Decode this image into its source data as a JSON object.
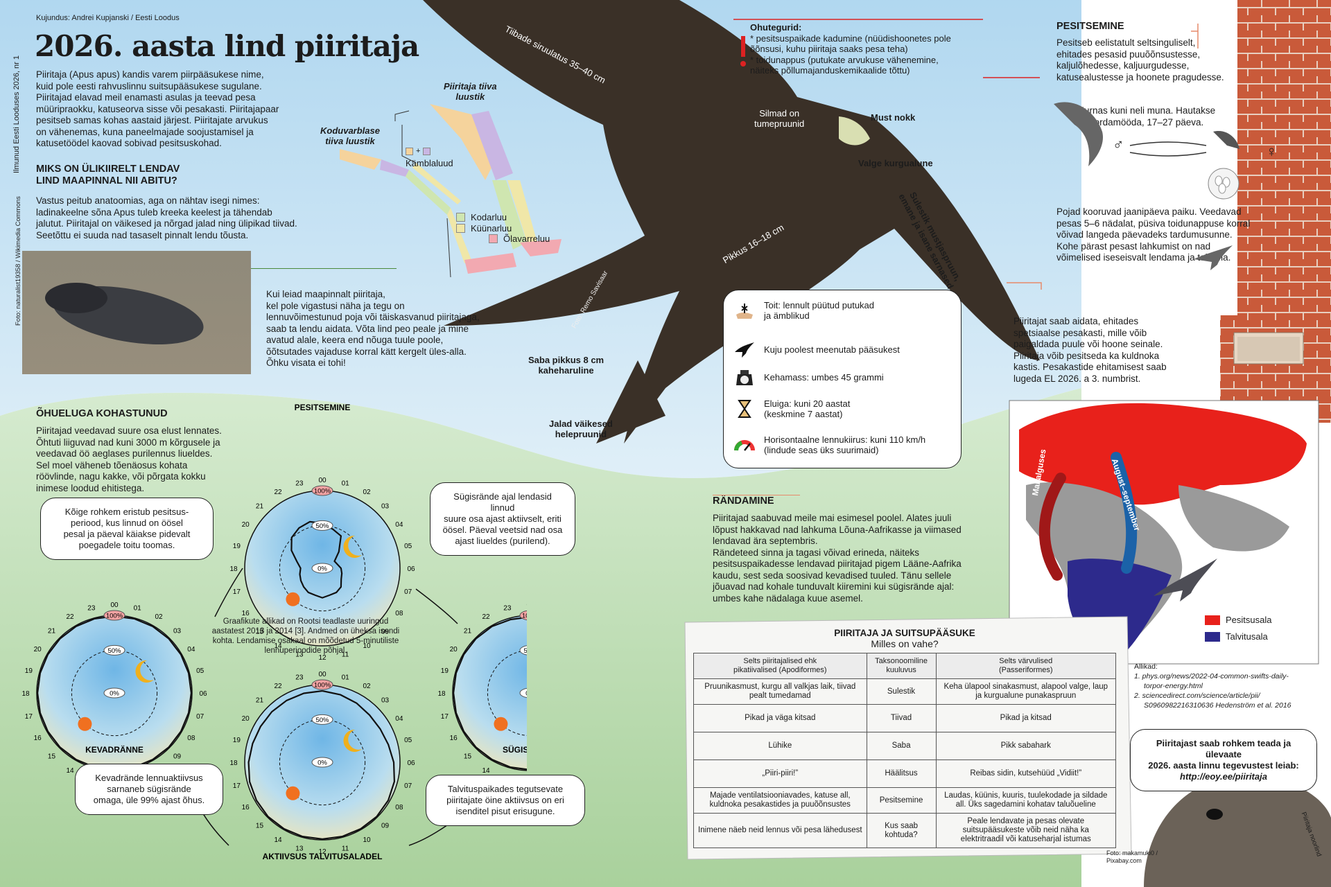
{
  "credits": {
    "top": "Kujundus: Andrei Kupjanski / Eesti Loodus",
    "side": "Ilmunud Eesti Looduses 2026, nr 1",
    "photo_ground": "Foto: naturalist19358 / Wikimedia Commons",
    "photo_main": "Foto: Remo Savisaar",
    "photo_head": "Foto: makamuki0 / Pixabay.com",
    "head_caption": "Piiritaja noorlind"
  },
  "title": "2026. aasta lind piiritaja",
  "intro": [
    "Piiritaja (Apus apus) kandis varem piirpääsukese nime,",
    "kuid pole eesti rahvuslinnu suitsupääsukese sugulane.",
    "Piiritajad elavad meil enamasti asulas ja teevad pesa",
    "müüripraokku, katuseorva sisse või pesakasti. Piiritajapaar",
    "pesitseb samas kohas aastaid järjest. Piiritajate arvukus",
    "on vähenemas, kuna paneelmajade soojustamisel ja",
    "katusetöödel kaovad sobivad pesitsuskohad."
  ],
  "why": {
    "heading": [
      "Miks on ülikiirelt lendav",
      "lind maapinnal nii abitu?"
    ],
    "text": [
      "Vastus peitub anatoomias, aga on nähtav isegi nimes:",
      "ladinakeelne sõna Apus tuleb kreeka keelest ja tähendab",
      "jalutut. Piiritajal on väikesed ja nõrgad jalad ning ülipikad tiivad.",
      "Seetõttu ei suuda nad tasaselt pinnalt lendu tõusta."
    ]
  },
  "ground": [
    "Kui leiad maapinnalt piiritaja,",
    "kel pole vigastusi näha ja tegu on",
    "lennuvõimestunud poja või täiskasvanud piiritajaga,",
    "saab ta lendu aidata. Võta lind peo peale ja mine",
    "avatud alale, keera end nõuga tuule poole,",
    "õõtsutades vajaduse korral kätt kergelt üles-alla.",
    "Õhku visata ei tohi!"
  ],
  "wing": {
    "swift_title": [
      "Piiritaja tiiva",
      "luustik"
    ],
    "sparrow_title": [
      "Koduvarblase",
      "tiiva luustik"
    ],
    "plus": "+",
    "legend": [
      "Kämblaluud",
      "Kodarluu",
      "Küünarluu",
      "Õlavarreluu"
    ]
  },
  "threats": {
    "heading": "Ohutegurid:",
    "items": [
      "* pesitsuspaikade kadumine (nüüdishoonetes pole",
      "õõnsusi, kuhu piiritaja saaks pesa teha)",
      "* toidunappus (putukate arvukuse vähenemine,",
      "näiteks põllumajanduskemikaalide tõttu)"
    ]
  },
  "bird": {
    "wingspan": "Tiibade siruulatus 35–40 cm",
    "eyes": [
      "Silmad on",
      "tumepruunid"
    ],
    "beak": "Must nokk",
    "throat": "Valge kurgualune",
    "plumage": [
      "Sulestik mustjaspruun,",
      "emane ja isane sarnased"
    ],
    "length": "Pikkus 16–18 cm",
    "tail": [
      "Saba pikkus 8 cm",
      "kaheharuline"
    ],
    "feet": [
      "Jalad väikesed",
      "helepruunid"
    ]
  },
  "facts": [
    [
      "Toit: lennult püütud putukad",
      "ja ämblikud"
    ],
    [
      "Kuju poolest meenutab pääsukest"
    ],
    [
      "Kehamass: umbes 45 grammi"
    ],
    [
      "Eluiga: kuni 20 aastat",
      "(keskmine 7 aastat)"
    ],
    [
      "Horisontaalne lennukiirus: kuni 110 km/h",
      "(lindude seas üks suurimaid)"
    ]
  ],
  "nesting": {
    "heading": "Pesitsemine",
    "text1": [
      "Pesitseb eelistatult seltsinguliselt,",
      "ehitades pesasid puuõõnsustesse,",
      "kaljulõhedesse, kaljuurgudesse,",
      "katusealustesse ja hoonete pragudesse."
    ],
    "text2": [
      "Kurnas kuni neli muna. Hautakse",
      "kordamööda, 17–27 päeva."
    ],
    "male": "♂",
    "female": "♀",
    "text3": [
      "Pojad kooruvad jaanipäeva paiku. Veedavad",
      "pesas 5–6 nädalat, püsiva toidunappuse korral",
      "võivad langeda päevadeks tardumusunne.",
      "Kohe pärast pesast lahkumist on nad",
      "võimelised iseseisvalt lendama ja toituma."
    ],
    "text4": [
      "Piiritajat saab aidata, ehitades",
      "spetsiaalse pesakasti, mille võib",
      "paigaldada puule või hoone seinale.",
      "Piiritaja võib pesitseda ka kuldnoka",
      "kastis. Pesakastide ehitamisest saab",
      "lugeda EL 2026. a 3. numbrist."
    ]
  },
  "air": {
    "heading": "Õhueluga kohastunud",
    "text": [
      "Piiritajad veedavad suure osa elust lennates.",
      "Õhtuti liiguvad nad kuni 3000 m kõrgusele ja",
      "veedavad öö aeglases purilennus liueldes.",
      "Sel moel väheneb tõenäosus kohata",
      "röövlinde, nagu kakke, või põrgata kokku",
      "inimese loodud ehitistega."
    ]
  },
  "clocks": [
    {
      "title": "PESITSEMINE",
      "activity": [
        0.58,
        0.52,
        0.48,
        0.3,
        0.18,
        0.2,
        0.24,
        0.26,
        0.28,
        0.34,
        0.36,
        0.36,
        0.38,
        0.36,
        0.36,
        0.34,
        0.32,
        0.3,
        0.28,
        0.34,
        0.46,
        0.56,
        0.6,
        0.62
      ]
    },
    {
      "title": "SÜGISRÄNNE",
      "activity": [
        0.98,
        0.98,
        0.99,
        0.99,
        0.99,
        0.99,
        0.99,
        0.99,
        0.99,
        0.99,
        0.99,
        0.99,
        0.99,
        0.99,
        0.99,
        0.99,
        0.99,
        0.99,
        0.99,
        0.99,
        0.99,
        0.99,
        0.99,
        0.98
      ]
    },
    {
      "title": "KEVADRÄNNE",
      "activity": [
        0.99,
        0.99,
        0.99,
        0.99,
        0.99,
        0.99,
        0.99,
        0.99,
        0.99,
        0.99,
        0.99,
        0.99,
        0.99,
        0.99,
        0.99,
        0.99,
        0.99,
        0.99,
        0.99,
        0.99,
        0.99,
        0.99,
        0.99,
        0.99
      ]
    },
    {
      "title": "AKTIIVSUS TALVITUSALADEL",
      "activity": [
        0.92,
        0.9,
        0.88,
        0.86,
        0.86,
        0.88,
        0.92,
        0.96,
        0.98,
        0.99,
        0.99,
        0.99,
        0.99,
        0.99,
        0.99,
        0.99,
        0.98,
        0.97,
        0.95,
        0.93,
        0.92,
        0.92,
        0.92,
        0.92
      ]
    }
  ],
  "pct": [
    "100%",
    "50%",
    "0%"
  ],
  "bubbles": {
    "b1": [
      "Kõige rohkem eristub pesitsus-",
      "periood, kus linnud on öösel",
      "pesal ja päeval käiakse pidevalt",
      "poegadele toitu toomas."
    ],
    "b2": [
      "Sügisrände ajal lendasid linnud",
      "suure osa ajast aktiivselt, eriti",
      "öösel. Päeval veetsid nad osa",
      "ajast liueldes (purilend)."
    ],
    "b3": [
      "Kevadrände lennuaktiivsus",
      "sarnaneb sügisrände",
      "omaga, üle 99% ajast õhus."
    ],
    "b4": [
      "Talvituspaikades tegutsevate",
      "piiritajate öine aktiivsus on eri",
      "isenditel pisut erisugune."
    ],
    "b5": [
      "Piiritajast saab rohkem teada ja ülevaate",
      "2026. aasta linnu tegevustest leiab:",
      "http://eoy.ee/piiritaja"
    ]
  },
  "source_note": [
    "Graafikute allikad on Rootsi teadlaste uuringud",
    "aastatest 2013 ja 2014 [3]. Andmed on üheksa isendi",
    "kohta. Lendamise osakaal on mõõdetud 5-minutiliste",
    "lennuperioodide põhjal."
  ],
  "migration": {
    "heading": "Rändamine",
    "text": [
      "Piiritajad saabuvad meile mai esimesel poolel. Alates juuli",
      "lõpust hakkavad nad lahkuma Lõuna-Aafrikasse ja viimased",
      "lendavad ära septembris.",
      "Rändeteed sinna ja tagasi võivad erineda, näiteks",
      "pesitsuspaikadesse lendavad piiritajad pigem Lääne-Aafrika",
      "kaudu, sest seda soosivad kevadised tuuled. Tänu sellele",
      "jõuavad nad kohale tunduvalt kiiremini kui sügisrände ajal:",
      "umbes kahe nädalaga kuue asemel."
    ]
  },
  "map": {
    "arrow_spring": "Mai alguses",
    "arrow_autumn": "August–september",
    "legend_breed": "Pesitsusala",
    "legend_winter": "Talvitusala",
    "color_breed": "#e8211b",
    "color_winter": "#2d2a8c"
  },
  "compare": {
    "title": "PIIRITAJA JA SUITSUPÄÄSUKE",
    "subtitle": "Milles on vahe?",
    "h_left": [
      "Selts piiritajalised ehk",
      "pikatiivalised (Apodiformes)"
    ],
    "h_mid": [
      "Taksonoomiline",
      "kuuluvus"
    ],
    "h_right": [
      "Selts värvulised",
      "(Passeriformes)"
    ],
    "rows": [
      {
        "l": "Pruunikasmust, kurgu all valkjas laik, tiivad pealt tumedamad",
        "m": "Sulestik",
        "r": "Keha ülapool sinakasmust, alapool valge, laup ja kurgualune punakaspruun"
      },
      {
        "l": "Pikad ja väga kitsad",
        "m": "Tiivad",
        "r": "Pikad ja kitsad"
      },
      {
        "l": "Lühike",
        "m": "Saba",
        "r": "Pikk sabahark"
      },
      {
        "l": "„Piiri-piiri!”",
        "m": "Häälitsus",
        "r": "Reibas sidin, kutsehüüd „Vidiit!”"
      },
      {
        "l": "Majade ventilatsiooniavades, katuse all, kuldnoka pesakastides ja puuõõnsustes",
        "m": "Pesitsemine",
        "r": "Laudas, küünis, kuuris, tuulekodade ja sildade all. Üks sagedamini kohatav taluõueline"
      },
      {
        "l": "Inimene näeb neid lennus või pesa lähedusest",
        "m": "Kus saab kohtuda?",
        "r": "Peale lendavate ja pesas olevate suitsupääsukeste võib neid näha ka elektritraadil või katuseharjal istumas"
      }
    ]
  },
  "sources": {
    "heading": "Allikad:",
    "items": [
      "1. phys.org/news/2022-04-common-swifts-daily-",
      "torpor-energy.html",
      "2. sciencedirect.com/science/article/pii/",
      "S0960982216310636 Hedenström et al. 2016"
    ]
  }
}
